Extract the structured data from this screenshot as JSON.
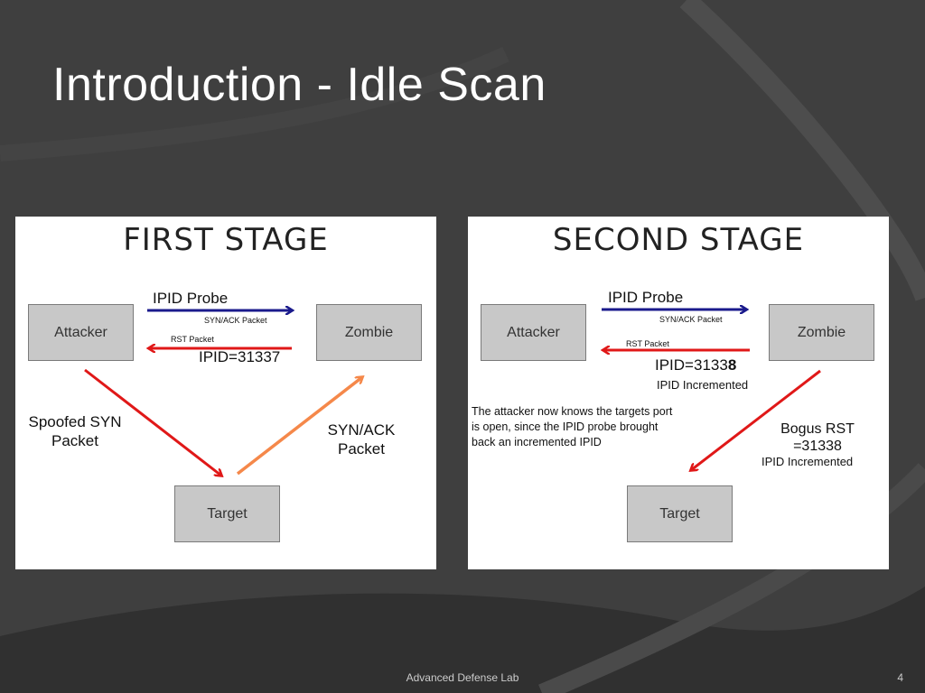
{
  "slide": {
    "title": "Introduction - Idle Scan",
    "footer": "Advanced Defense Lab",
    "page_number": "4"
  },
  "colors": {
    "background": "#3f3f3f",
    "probe_arrow": "#1a1a8c",
    "rst_arrow": "#e01818",
    "synack_arrow": "#f5884a"
  },
  "first_stage": {
    "title": "FIRST STAGE",
    "attacker": "Attacker",
    "zombie": "Zombie",
    "target": "Target",
    "probe_label": "IPID Probe",
    "synack_small": "SYN/ACK Packet",
    "rst_small": "RST Packet",
    "ipid_value": "IPID=31337",
    "spoofed_line1": "Spoofed SYN",
    "spoofed_line2": "Packet",
    "synack_line1": "SYN/ACK",
    "synack_line2": "Packet"
  },
  "second_stage": {
    "title": "SECOND  STAGE",
    "attacker": "Attacker",
    "zombie": "Zombie",
    "target": "Target",
    "probe_label": "IPID Probe",
    "synack_small": "SYN/ACK Packet",
    "rst_small": "RST Packet",
    "ipid_prefix": "IPID=3133",
    "ipid_last_digit": "8",
    "ipid_incremented": "IPID Incremented",
    "note": "The attacker now knows the targets port is open, since the IPID probe brought back an incremented IPID",
    "bogus_line1": "Bogus RST",
    "bogus_line2": "=31338",
    "bogus_incremented": "IPID Incremented"
  }
}
